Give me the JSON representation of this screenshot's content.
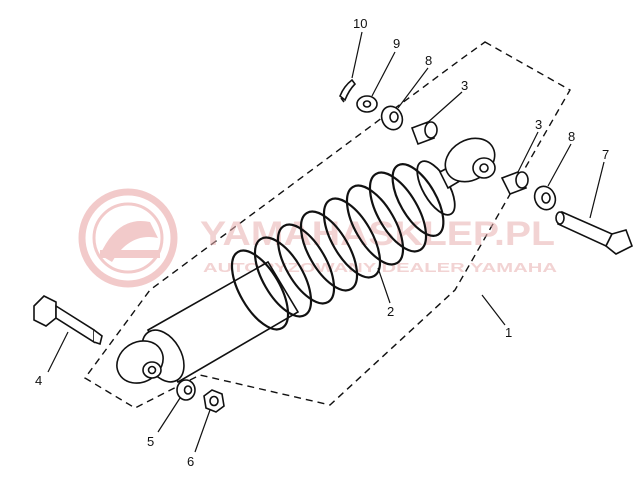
{
  "watermark": {
    "name": "YAMAHASKLEP.PL",
    "tagline": "AUTORYZOWANY DEALER YAMAHA",
    "color": "#e8a0a0"
  },
  "callouts": [
    {
      "id": "c1",
      "text": "1"
    },
    {
      "id": "c2",
      "text": "2"
    },
    {
      "id": "c3a",
      "text": "3"
    },
    {
      "id": "c3b",
      "text": "3"
    },
    {
      "id": "c4",
      "text": "4"
    },
    {
      "id": "c5",
      "text": "5"
    },
    {
      "id": "c6",
      "text": "6"
    },
    {
      "id": "c7",
      "text": "7"
    },
    {
      "id": "c8a",
      "text": "8"
    },
    {
      "id": "c8b",
      "text": "8"
    },
    {
      "id": "c9",
      "text": "9"
    },
    {
      "id": "c10",
      "text": "10"
    }
  ],
  "colors": {
    "ink": "#111111",
    "paper": "#ffffff"
  }
}
